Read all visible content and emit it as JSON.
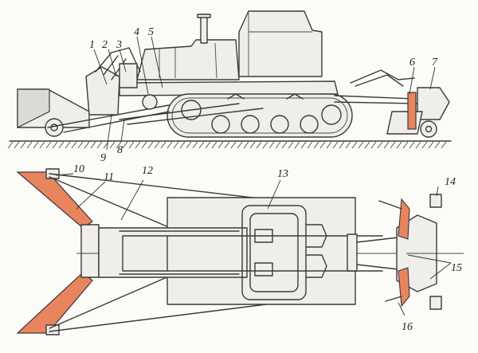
{
  "colors": {
    "blade": "#e8845e",
    "line": "#3a3a3a",
    "fill": "#efeeea",
    "background": "#fbfbf8"
  },
  "callouts": {
    "side": [
      "1",
      "2",
      "3",
      "4",
      "5",
      "6",
      "7",
      "8",
      "9"
    ],
    "plan": [
      "10",
      "11",
      "12",
      "13",
      "14",
      "15",
      "16"
    ]
  }
}
